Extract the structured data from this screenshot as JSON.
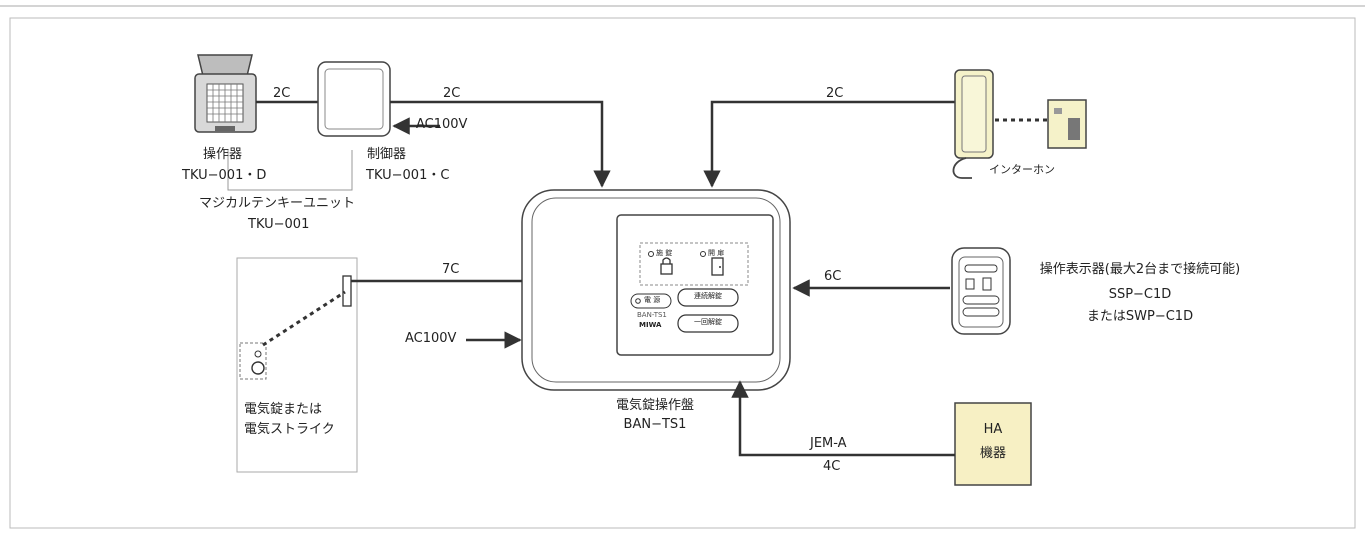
{
  "keypad": {
    "connection": "2C",
    "name": "操作器",
    "model": "TKU−001・D"
  },
  "controller": {
    "name": "制御器",
    "model": "TKU−001・C",
    "power": "AC100V",
    "connection": "2C"
  },
  "unit": {
    "name": "マジカルテンキーユニット",
    "model": "TKU−001"
  },
  "intercom": {
    "name": "インターホン",
    "connection": "2C"
  },
  "panel": {
    "name": "電気錠操作盤",
    "model": "BAN−TS1",
    "face_model": "BAN-TS1",
    "brand": "MIWA",
    "lock_label": "施 錠",
    "unlock_label": "開 扉",
    "power_label": "電 源",
    "continuous_button": "連続解錠",
    "once_button": "一回解錠"
  },
  "door": {
    "name_line1": "電気錠または",
    "name_line2": "電気ストライク",
    "connection": "7C"
  },
  "power_in": {
    "label": "AC100V"
  },
  "display": {
    "name": "操作表示器(最大2台まで接続可能)",
    "model1": "SSP−C1D",
    "model2": "またはSWP−C1D",
    "connection": "6C"
  },
  "ha": {
    "line1": "HA",
    "line2": "機器",
    "protocol": "JEM-A",
    "connection": "4C"
  },
  "colors": {
    "line": "#333333",
    "ha_fill": "#f7f0c4",
    "intercom_fill": "#f5f2c9",
    "keypad_fill": "#d8d8d8"
  }
}
